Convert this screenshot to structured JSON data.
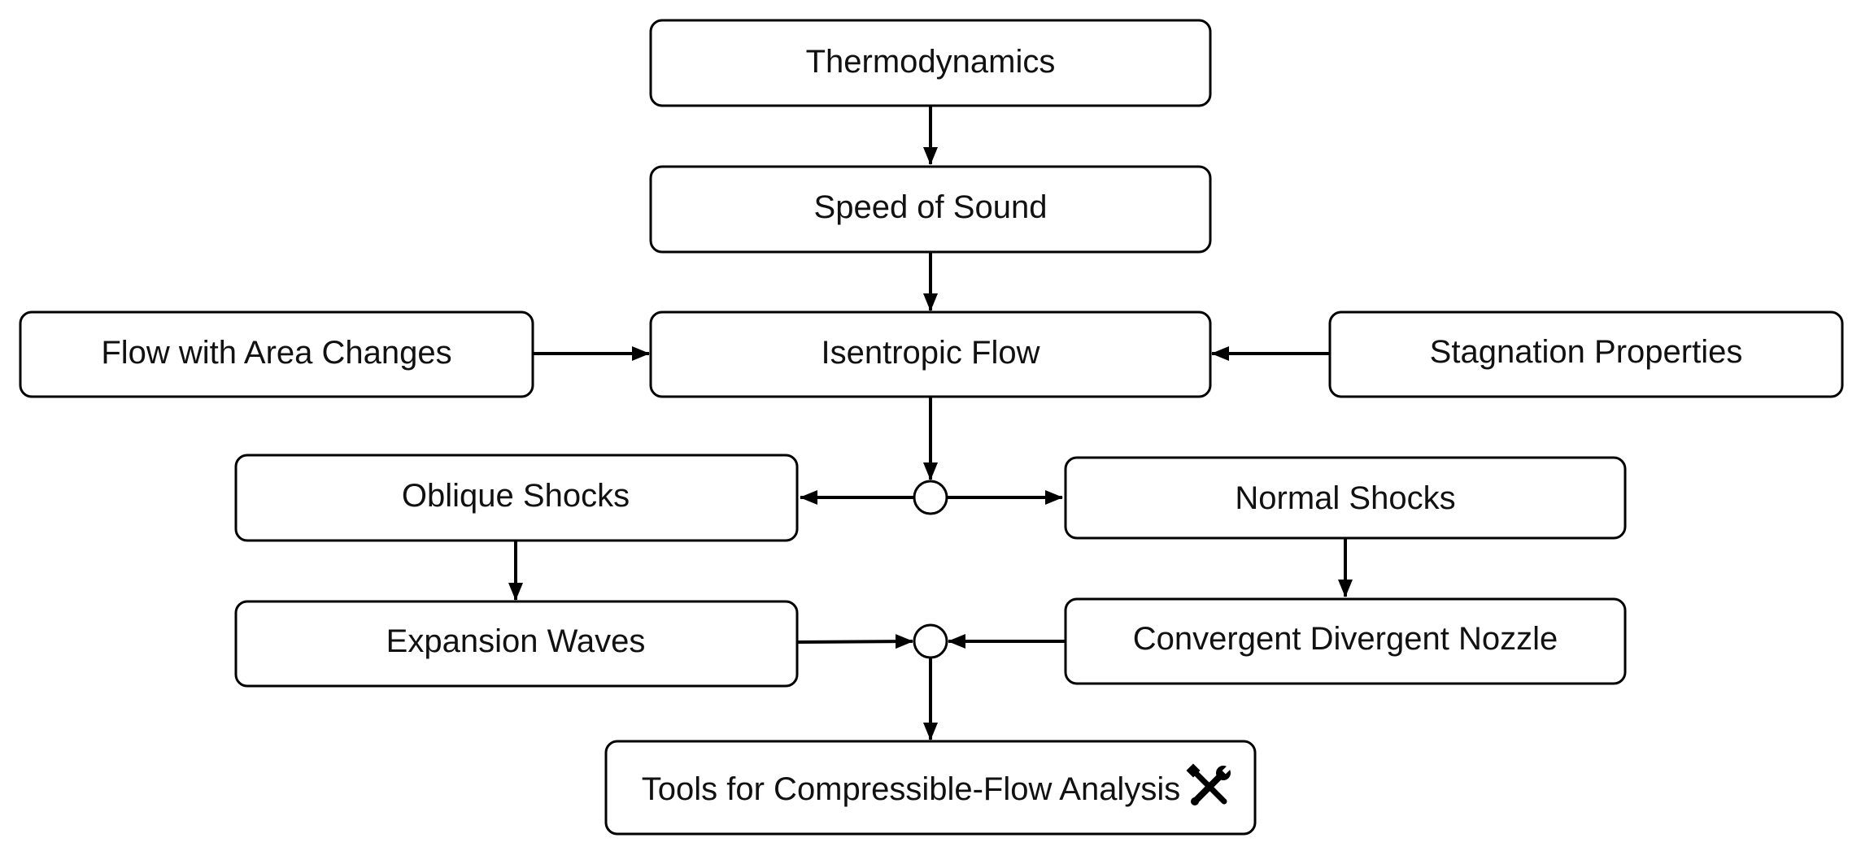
{
  "nodes": {
    "thermodynamics": "Thermodynamics",
    "speed_of_sound": "Speed of Sound",
    "isentropic_flow": "Isentropic Flow",
    "flow_area_changes": "Flow with Area Changes",
    "stagnation_properties": "Stagnation Properties",
    "oblique_shocks": "Oblique Shocks",
    "normal_shocks": "Normal Shocks",
    "expansion_waves": "Expansion Waves",
    "cd_nozzle": "Convergent Divergent Nozzle",
    "tools": "Tools for Compressible-Flow Analysis"
  },
  "icons": {
    "tools_icon": "tools-icon"
  }
}
